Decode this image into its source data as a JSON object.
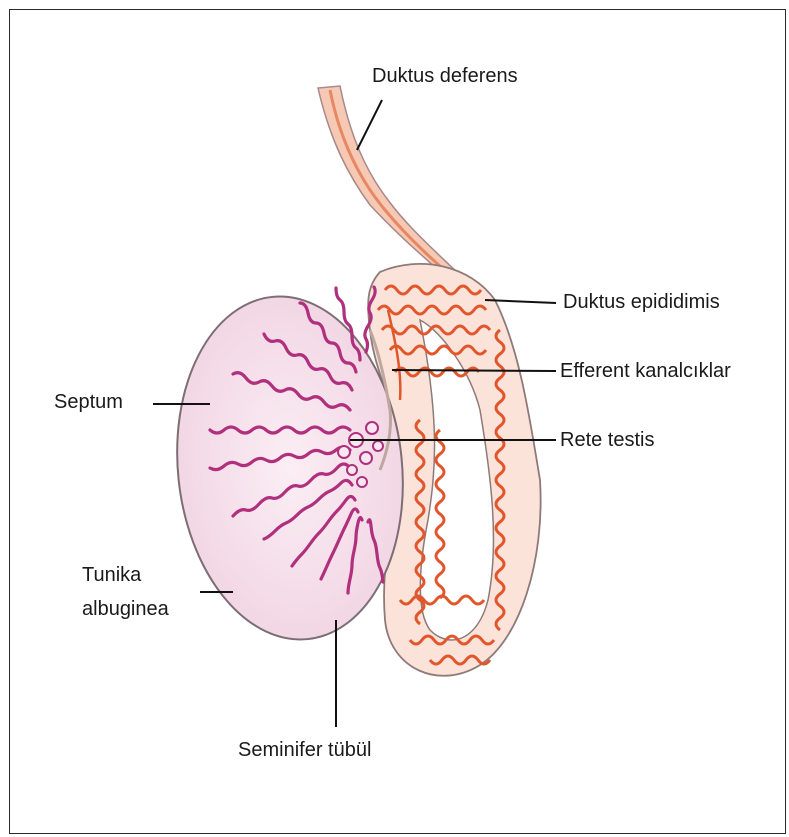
{
  "figure": {
    "labels": {
      "ductus_deferens": "Duktus deferens",
      "ductus_epididymis": "Duktus epididimis",
      "efferent_ducts": "Efferent kanalcıklar",
      "rete_testis": "Rete testis",
      "septum": "Septum",
      "tunica_albuginea_line1": "Tunika",
      "tunica_albuginea_line2": "albuginea",
      "seminiferous_tubule": "Seminifer tübül"
    },
    "colors": {
      "testis_fill": "#f3dbe7",
      "tubule": "#b0307e",
      "epididymis_fill": "#fbe3da",
      "epididymis_tubule": "#e2562c",
      "duct": "#f0b59c",
      "leader_line": "#111111",
      "frame": "#2a2a2a"
    }
  }
}
